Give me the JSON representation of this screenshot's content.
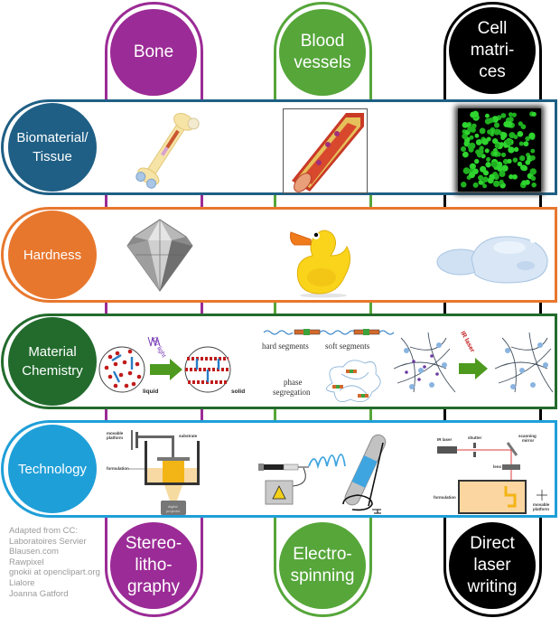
{
  "columns": [
    {
      "key": "bone",
      "top_label": "Bone",
      "bottom_label": "Stereo-\nlitho-\ngraphy",
      "color": "#9b2b96"
    },
    {
      "key": "blood",
      "top_label": "Blood\nvessels",
      "bottom_label": "Electro-\nspinning",
      "color": "#56a63a"
    },
    {
      "key": "cell",
      "top_label": "Cell\nmatri-\nces",
      "bottom_label": "Direct\nlaser\nwriting",
      "color": "#000000"
    }
  ],
  "rows": [
    {
      "key": "tissue",
      "label": "Biomaterial/\nTissue",
      "color": "#1f5f85"
    },
    {
      "key": "hardness",
      "label": "Hardness",
      "color": "#e8772e"
    },
    {
      "key": "chemistry",
      "label": "Material\nChemistry",
      "color": "#226b2d"
    },
    {
      "key": "technology",
      "label": "Technology",
      "color": "#1f9fd8"
    }
  ],
  "cells": {
    "tissue": {
      "bone": "femur-bone-illustration",
      "blood": "blood-vessel-cross-section",
      "cell": "green-cell-matrix-fluorescence"
    },
    "hardness": {
      "bone": "diamond",
      "blood": "rubber-duck",
      "cell": "hydrogel-blob"
    }
  },
  "chemistry": {
    "bone": {
      "uv_label": "UV light",
      "liquid_label": "liquid",
      "solid_label": "solid"
    },
    "blood": {
      "hard_label": "hard segments",
      "soft_label": "soft segments",
      "phase_label": "phase\nsegregation"
    },
    "cell": {
      "ir_label": "IR laser"
    }
  },
  "technology": {
    "sla": {
      "platform_label": "movable\nplatform",
      "substrate_label": "substrate",
      "formulation_label": "formulation",
      "projector_label": "digital\nprojector"
    },
    "dlw": {
      "laser_label": "IR laser",
      "shutter_label": "shutter",
      "mirror_label": "scanning\nmirror",
      "lens_label": "lens",
      "formulation_label": "formulation",
      "platform_label": "movable\nplatform"
    }
  },
  "credits": "Adapted from CC:\nLaboratoires Servier\nBlausen.com\nRawpixel\ngnokii at openclipart.org\nLialore\nJoanna Gatford"
}
